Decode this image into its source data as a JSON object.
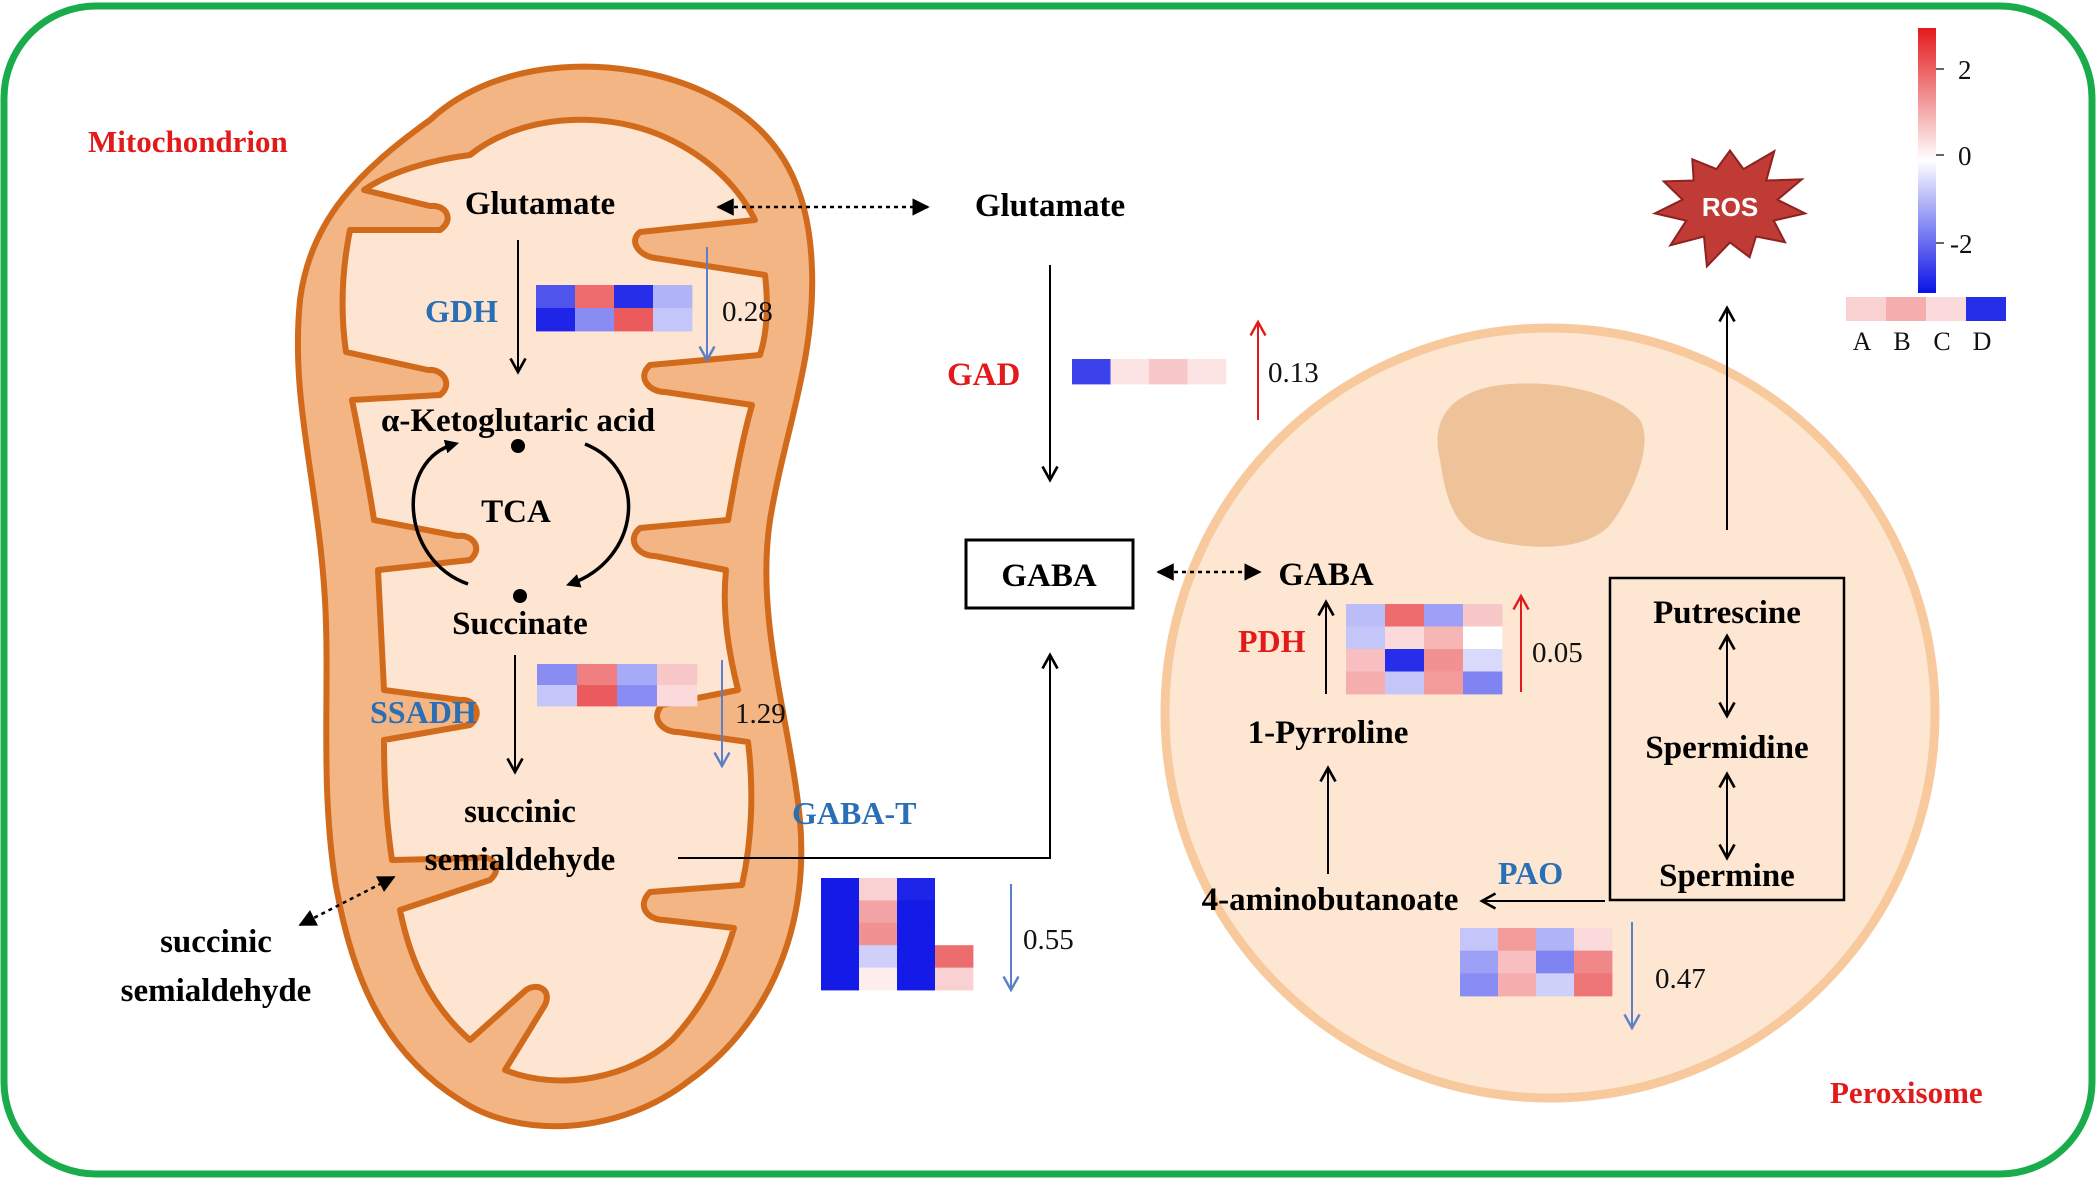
{
  "colors": {
    "frame": "#1aab4b",
    "mito_outer": "#f2b583",
    "mito_stroke": "#d26a1c",
    "mito_inner": "#fde5d1",
    "perox_fill": "#fde7d2",
    "perox_stroke": "#f7c99d",
    "nucleus": "#efc39a",
    "ros_fill": "#c03a36",
    "label_red": "#e11b1b",
    "label_blue": "#2a6fb5",
    "arrow_up": "#e11b1b",
    "arrow_down": "#5b7fc9"
  },
  "regions": {
    "mitochondrion": "Mitochondrion",
    "peroxisome": "Peroxisome"
  },
  "nodes": {
    "glutamate_mito": "Glutamate",
    "glutamate_cyto": "Glutamate",
    "akg": "α-Ketoglutaric acid",
    "tca": "TCA",
    "succinate": "Succinate",
    "ssa_mito_1": "succinic",
    "ssa_mito_2": "semialdehyde",
    "ssa_out_1": "succinic",
    "ssa_out_2": "semialdehyde",
    "gaba_box": "GABA",
    "gaba_perox": "GABA",
    "pyrroline": "1-Pyrroline",
    "aminobutanoate": "4-aminobutanoate",
    "putrescine": "Putrescine",
    "spermidine": "Spermidine",
    "spermine": "Spermine",
    "ros": "ROS"
  },
  "enzymes": {
    "gdh": {
      "label": "GDH",
      "value": "0.28",
      "direction": "down"
    },
    "ssadh": {
      "label": "SSADH",
      "value": "1.29",
      "direction": "down"
    },
    "gaba_t": {
      "label": "GABA-T",
      "value": "0.55",
      "direction": "down"
    },
    "gad": {
      "label": "GAD",
      "value": "0.13",
      "direction": "up"
    },
    "pdh": {
      "label": "PDH",
      "value": "0.05",
      "direction": "up"
    },
    "pao": {
      "label": "PAO",
      "value": "0.47",
      "direction": "down"
    }
  },
  "heatmaps": {
    "gdh": [
      [
        -1.8,
        1.6,
        -2.2,
        -0.8
      ],
      [
        -2.3,
        -1.2,
        1.8,
        -0.6
      ]
    ],
    "gad": [
      [
        -2.0,
        0.3,
        0.6,
        0.3
      ]
    ],
    "ssadh": [
      [
        -1.2,
        1.4,
        -0.9,
        0.6
      ],
      [
        -0.6,
        1.8,
        -1.2,
        0.4
      ]
    ],
    "gaba_t": [
      [
        -2.4,
        0.5,
        -2.3,
        0.0
      ],
      [
        -2.4,
        1.0,
        -2.4,
        0.0
      ],
      [
        -2.4,
        1.2,
        -2.4,
        0.0
      ],
      [
        -2.4,
        -0.5,
        -2.4,
        1.6
      ],
      [
        -2.4,
        0.2,
        -2.4,
        0.5
      ]
    ],
    "pdh": [
      [
        -0.7,
        1.6,
        -1.0,
        0.6
      ],
      [
        -0.6,
        0.4,
        0.8,
        0.0
      ],
      [
        0.7,
        -2.2,
        1.2,
        -0.4
      ],
      [
        0.9,
        -0.6,
        1.1,
        -1.3
      ]
    ],
    "pao": [
      [
        -0.6,
        1.1,
        -0.8,
        0.4
      ],
      [
        -1.0,
        0.7,
        -1.3,
        1.3
      ],
      [
        -1.2,
        0.9,
        -0.5,
        1.5
      ]
    ]
  },
  "legend": {
    "ticks": [
      "2",
      "0",
      "-2"
    ],
    "range": [
      -2.5,
      2.5
    ],
    "samples": [
      "A",
      "B",
      "C",
      "D"
    ],
    "sample_values": [
      0.5,
      0.9,
      0.4,
      -2.2
    ]
  }
}
